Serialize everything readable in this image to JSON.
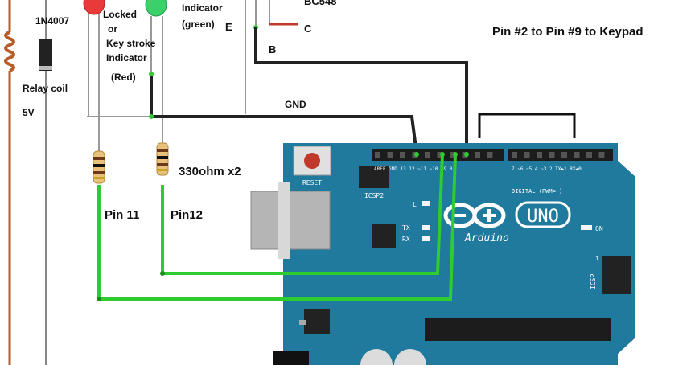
{
  "labels": {
    "diode": "1N4007",
    "relay_coil": "Relay coil",
    "voltage": "5V",
    "led_red_line1": "Locked",
    "led_red_line2": "or",
    "led_red_line3": "Key stroke",
    "led_red_line4": "Indicator",
    "led_red_line5": "(Red)",
    "led_green_line1": "Indicator",
    "led_green_line2": "(green)",
    "emitter": "E",
    "collector": "C",
    "base": "B",
    "transistor": "BC548",
    "gnd": "GND",
    "resistors": "330ohm x2",
    "pin11": "Pin 11",
    "pin12": "Pin12",
    "keypad": "Pin #2 to Pin #9 to Keypad"
  },
  "board": {
    "reset": "RESET",
    "icsp2": "ICSP2",
    "icsp": "ICSP",
    "led_l": "L",
    "led_tx": "TX",
    "led_rx": "RX",
    "on": "ON",
    "brand": "Arduino",
    "uno": "UNO",
    "digital": "DIGITAL (PWM=~)",
    "header1": "AREF GND 13 12 ~11 ~10 ~9 8",
    "header2": "7 ~6 ~5 4 ~3 2 TX▶1 RX◀0",
    "icsp_pin1": "1"
  },
  "colors": {
    "board": "#1f7a9e",
    "wire_green": "#2ecc2e",
    "wire_black": "#222222",
    "led_red": "#e83a3a",
    "led_green": "#3ad16a",
    "coil": "#b85c2a"
  }
}
